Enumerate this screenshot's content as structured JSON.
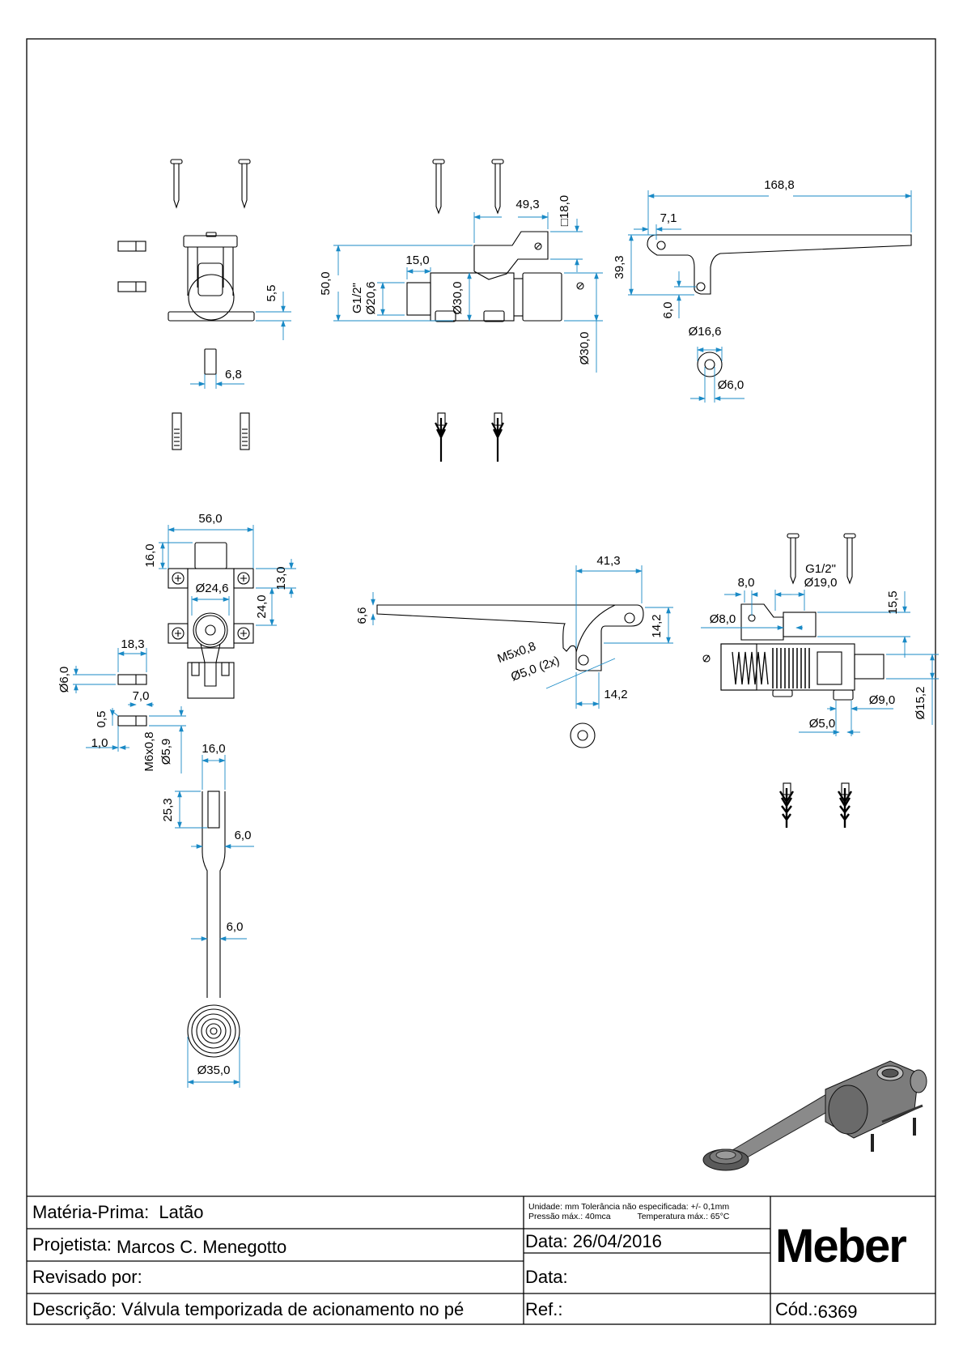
{
  "drawing": {
    "dimension_color": "#1a8ac6",
    "line_color": "#000000",
    "views": {
      "side_view": {
        "dims": {
          "height_5_5": "5,5",
          "width_6_8": "6,8"
        }
      },
      "front_view": {
        "dims": {
          "lever_49_3": "49,3",
          "square_18_0": "□18,0",
          "height_50_0": "50,0",
          "thread_g12": "G1/2\"",
          "dia_20_6": "Ø20,6",
          "len_15_0": "15,0",
          "dia_30_0_inner": "Ø30,0",
          "dia_30_0_outer": "Ø30,0"
        }
      },
      "lever_detail": {
        "dims": {
          "length_168_8": "168,8",
          "offset_7_1": "7,1",
          "height_39_3": "39,3",
          "hole_6_0": "6,0",
          "washer_16_6": "Ø16,6",
          "washer_hole_6_0": "Ø6,0"
        }
      },
      "top_view": {
        "dims": {
          "width_56_0": "56,0",
          "height_16_0": "16,0",
          "height_13_0": "13,0",
          "dia_24_6": "Ø24,6",
          "height_24_0": "24,0"
        }
      },
      "pin_details": {
        "dims": {
          "len_18_3": "18,3",
          "dia_6_0": "Ø6,0",
          "len_7_0": "7,0",
          "d_0_5": "0,5",
          "d_1_0": "1,0",
          "thread_m6": "M6x0,8",
          "dia_5_9": "Ø5,9"
        }
      },
      "pedal_rod": {
        "dims": {
          "width_16_0": "16,0",
          "slot_25_3": "25,3",
          "width_6_0_a": "6,0",
          "width_6_0_b": "6,0",
          "pad_35_0": "Ø35,0"
        }
      },
      "lever_side": {
        "dims": {
          "thick_6_6": "6,6",
          "len_41_3": "41,3",
          "height_14_2": "14,2",
          "thread_m5": "M5x0,8",
          "hole_5_0": "Ø5,0 (2x)",
          "len_14_2": "14,2"
        }
      },
      "valve_section": {
        "dims": {
          "thread_g12": "G1/2\"",
          "dia_19_0": "Ø19,0",
          "len_8_0": "8,0",
          "dia_8_0": "Ø8,0",
          "height_15_5": "15,5",
          "dia_9_0": "Ø9,0",
          "dia_5_0": "Ø5,0",
          "dia_15_2": "Ø15,2"
        }
      }
    }
  },
  "title_block": {
    "materia_prima_label": "Matéria-Prima:",
    "materia_prima_value": "Latão",
    "projetista_label": "Projetista:",
    "projetista_value": "Marcos C. Menegotto",
    "revisado_label": "Revisado por:",
    "descricao_label": "Descrição:",
    "descricao_value": "Válvula temporizada de acionamento no pé",
    "notes_line1": "Unidade: mm Tolerância não especificada: +/- 0,1mm",
    "notes_line2_left": "Pressão máx.: 40mca",
    "notes_line2_right": "Temperatura máx.: 65°C",
    "data_label": "Data:",
    "data_value": "26/04/2016",
    "data2_label": "Data:",
    "ref_label": "Ref.:",
    "cod_label": "Cód.:",
    "cod_value": "6369",
    "company_logo": "Meber"
  }
}
